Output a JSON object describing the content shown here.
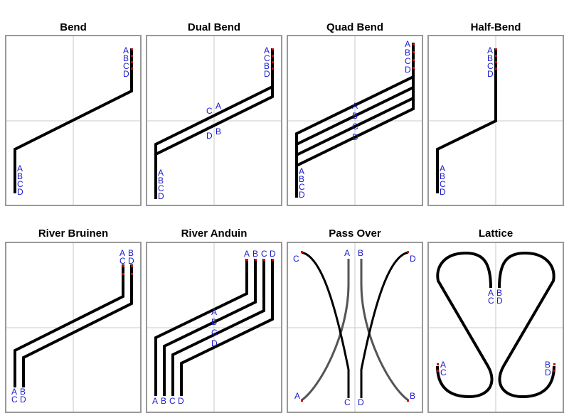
{
  "panels": [
    {
      "title": "Bend"
    },
    {
      "title": "Dual Bend"
    },
    {
      "title": "Quad Bend"
    },
    {
      "title": "Half-Bend"
    },
    {
      "title": "River Bruinen"
    },
    {
      "title": "River Anduin"
    },
    {
      "title": "Pass Over"
    },
    {
      "title": "Lattice"
    }
  ],
  "labels": {
    "A": "A",
    "B": "B",
    "C": "C",
    "D": "D"
  },
  "colors": {
    "frame": "#999999",
    "grid": "#c8c8c8",
    "track": "#000000",
    "track_gray": "#555555",
    "label": "#1a1acc",
    "endpoint": "#cc0000"
  }
}
